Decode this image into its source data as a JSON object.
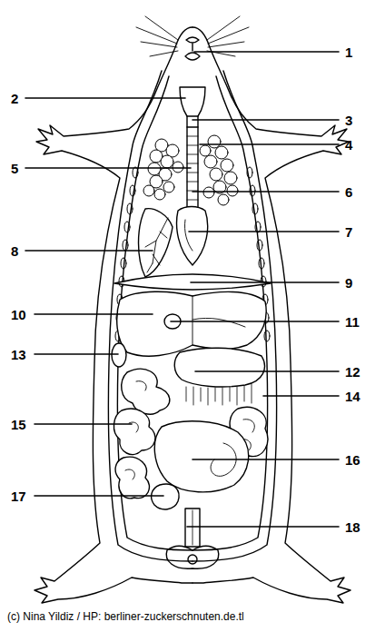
{
  "diagram": {
    "labels": [
      "1",
      "2",
      "3",
      "4",
      "5",
      "6",
      "7",
      "8",
      "9",
      "10",
      "11",
      "13",
      "12",
      "14",
      "15",
      "16",
      "17",
      "18",
      "(c) Nina Yildiz / HP: berliner-zuckerschnuten.de.tl"
    ]
  }
}
